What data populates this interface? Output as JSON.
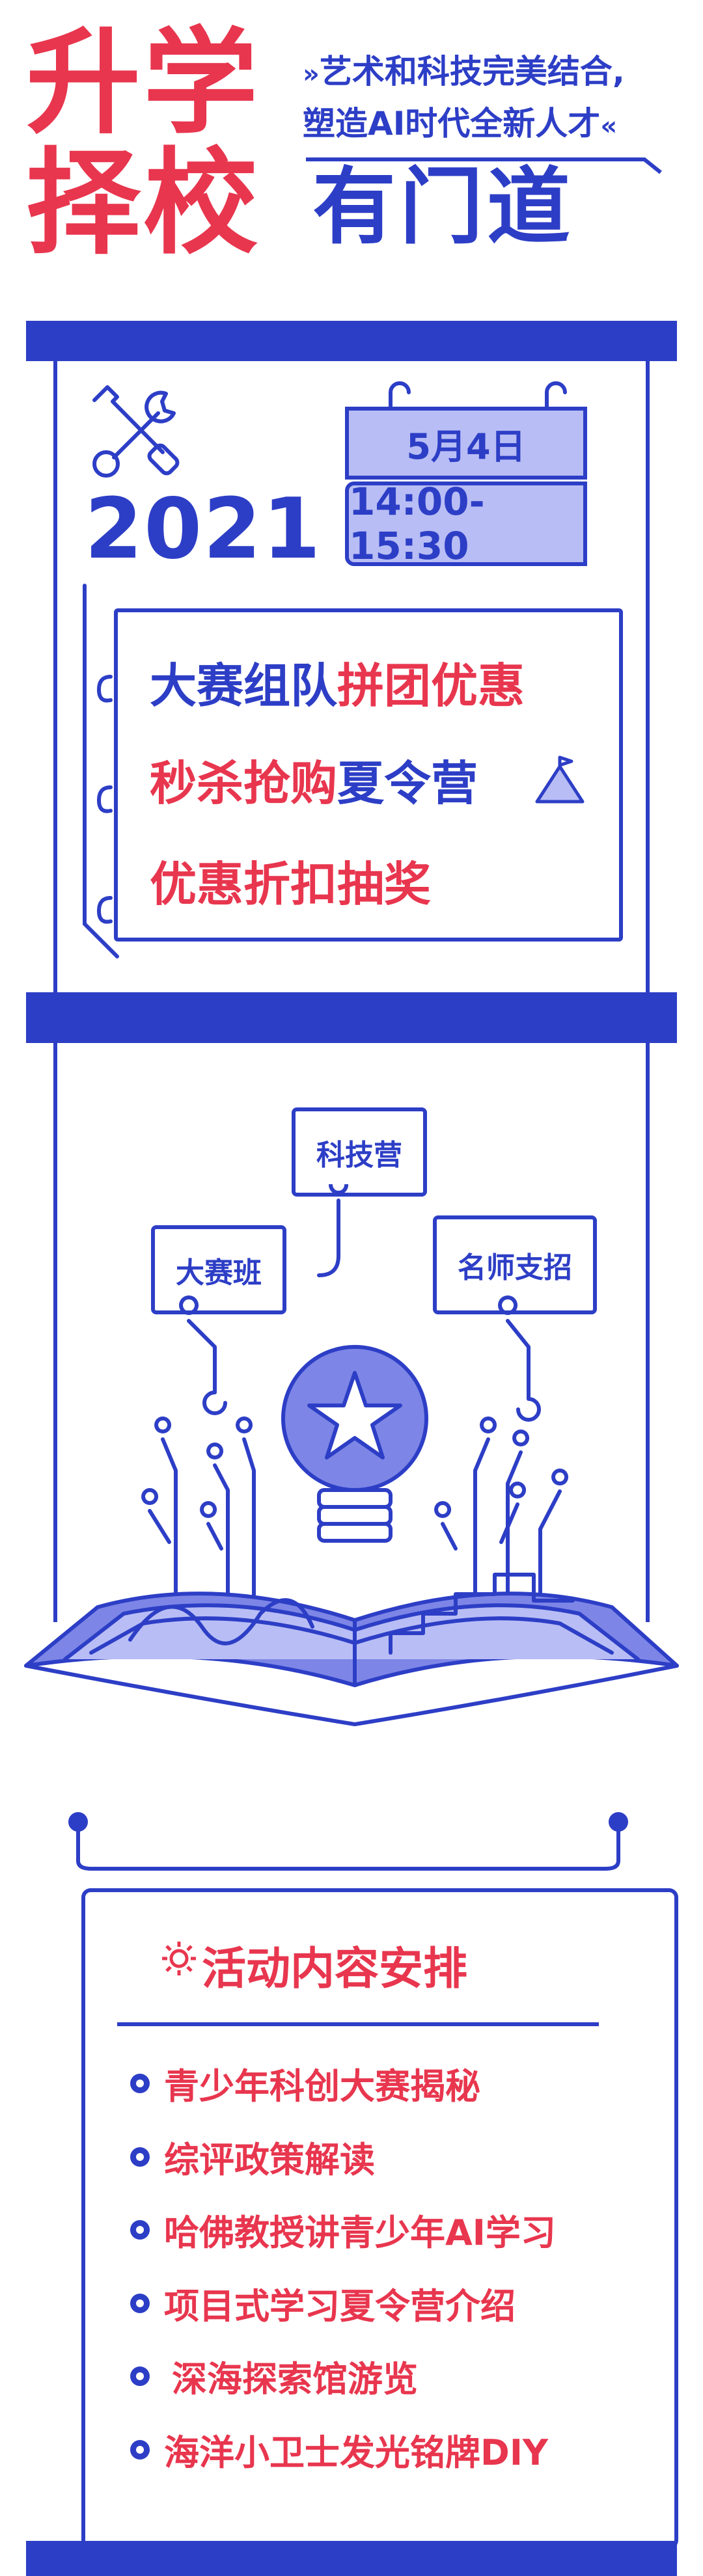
{
  "header": {
    "title_line1": "升学",
    "title_line2": "择校",
    "subtitle_line1": "艺术和科技完美结合,",
    "subtitle_line2": "塑造AI时代全新人才",
    "title_right": "有门道"
  },
  "event": {
    "year": "2021",
    "date": "5月4日",
    "time": "14:00-15:30",
    "highlights": [
      {
        "part1": "大赛组队",
        "part2": "拼团优惠"
      },
      {
        "part1": "秒杀抢购",
        "part2": "夏令营"
      },
      {
        "part1": "优惠折扣抽奖",
        "part2": ""
      }
    ]
  },
  "illustration": {
    "tags": [
      "科技营",
      "大赛班",
      "名师支招"
    ]
  },
  "schedule": {
    "title": "活动内容安排",
    "items": [
      "青少年科创大赛揭秘",
      "综评政策解读",
      "哈佛教授讲青少年AI学习",
      "项目式学习夏令营介绍",
      "深海探索馆游览",
      "海洋小卫士发光铭牌DIY"
    ]
  },
  "colors": {
    "primary_blue": "#2d3ec6",
    "accent_red": "#e8364e",
    "light_blue": "#b8bdf5"
  }
}
